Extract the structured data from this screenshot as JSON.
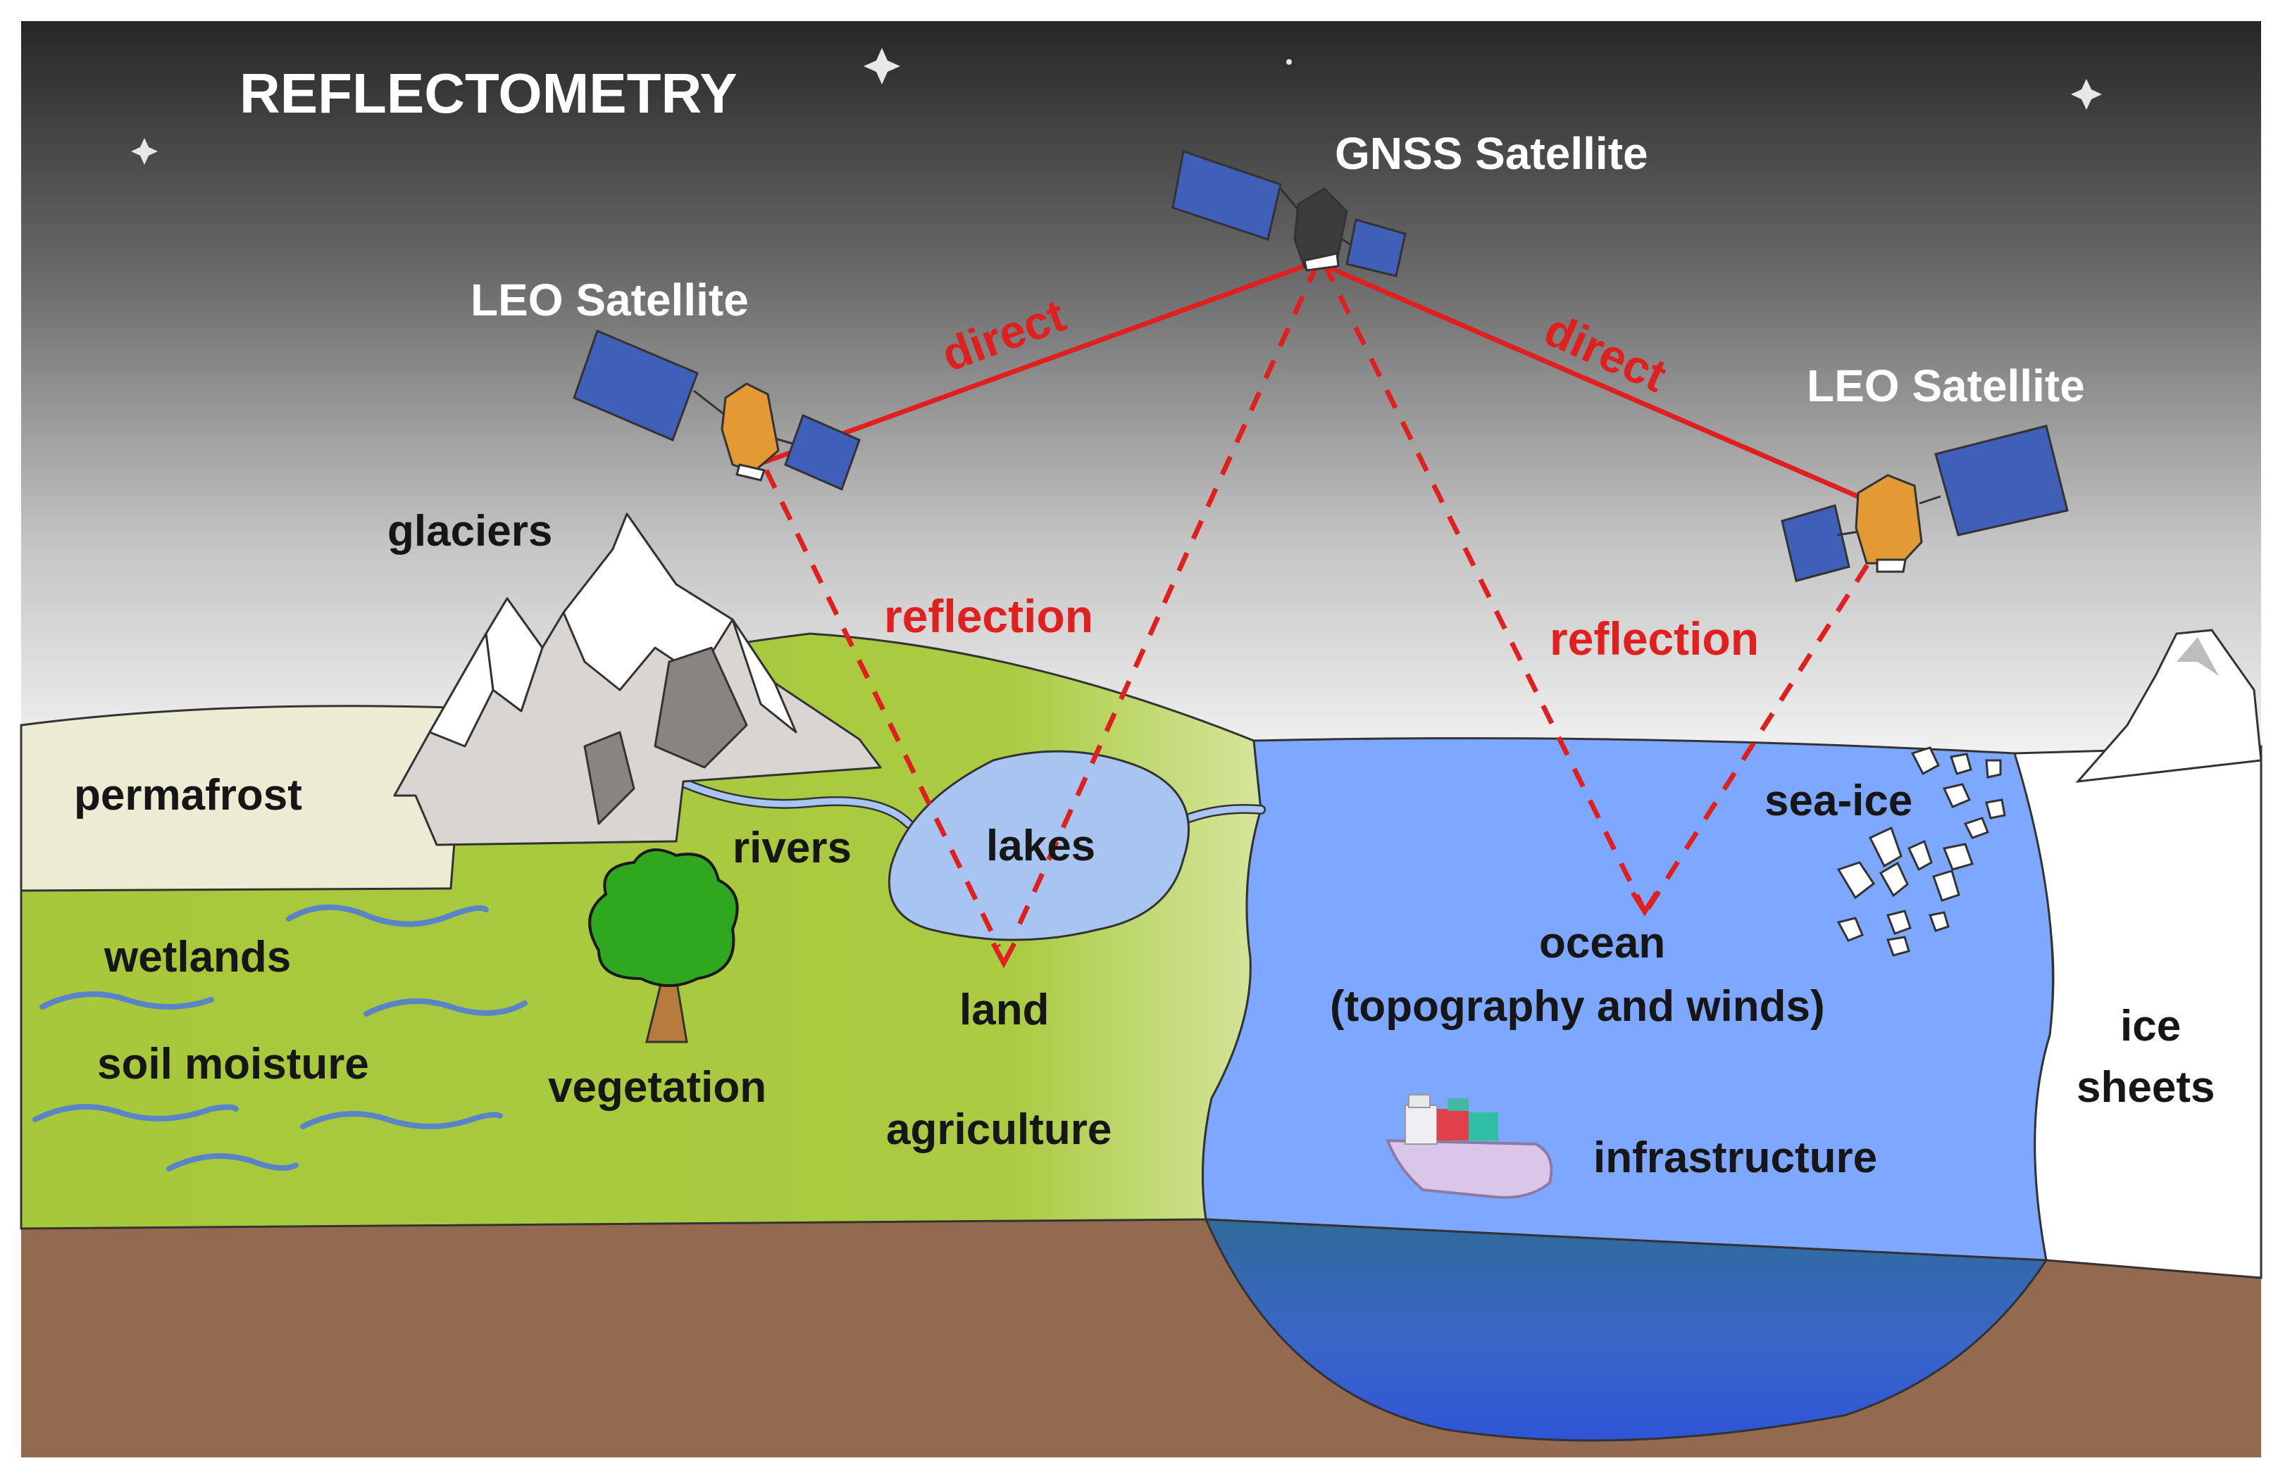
{
  "title": "REFLECTOMETRY",
  "satellites": {
    "gnss": "GNSS Satellite",
    "leo_left": "LEO Satellite",
    "leo_right": "LEO Satellite"
  },
  "signals": {
    "direct_left": "direct",
    "direct_right": "direct",
    "reflection_left": "reflection",
    "reflection_right": "reflection"
  },
  "regions": {
    "glaciers": "glaciers",
    "permafrost": "permafrost",
    "rivers": "rivers",
    "lakes": "lakes",
    "wetlands": "wetlands",
    "soil_moisture": "soil moisture",
    "vegetation": "vegetation",
    "land": "land",
    "agriculture": "agriculture",
    "sea_ice": "sea-ice",
    "ocean": "ocean",
    "ocean_detail": "(topography and winds)",
    "infrastructure": "infrastructure",
    "ice_line1": "ice",
    "ice_line2": "sheets"
  },
  "colors": {
    "signal": "#e0201e",
    "sky_top": "#2b2b2b",
    "land_green": "#a8c83c",
    "ocean_blue": "#7ea8ff",
    "soil_brown": "#936950",
    "permafrost": "#ecebd3",
    "panel_blue": "#3f5fb8",
    "leo_body": "#e39a35",
    "gnss_body": "#3e3c3a"
  }
}
